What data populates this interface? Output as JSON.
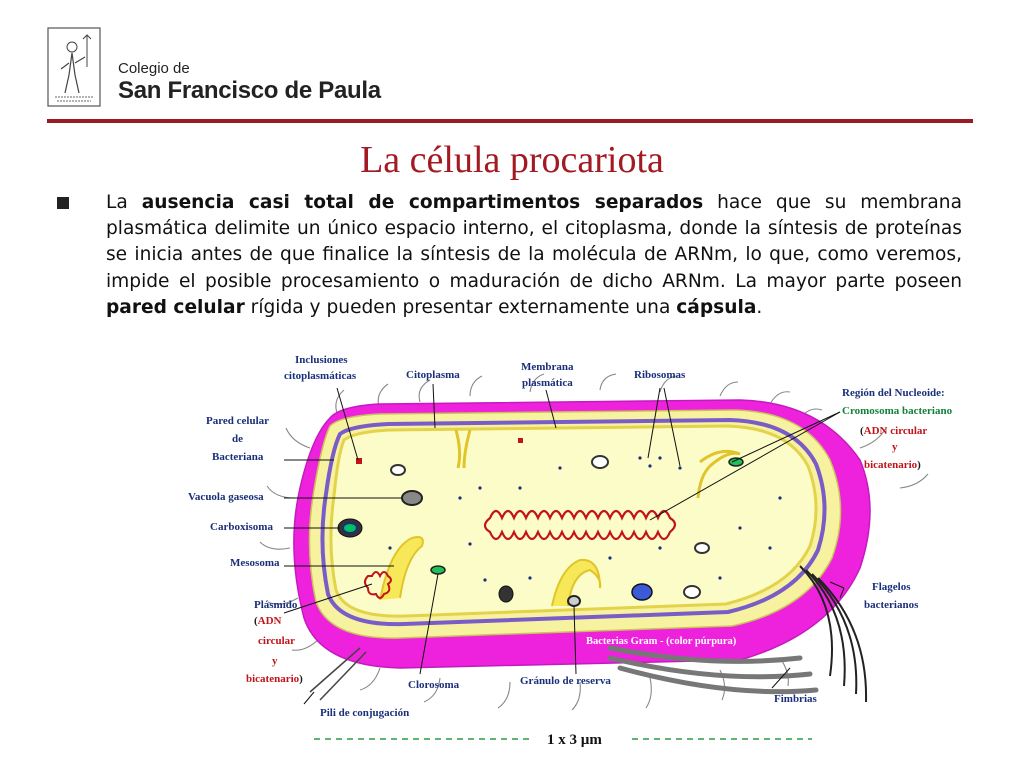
{
  "header": {
    "logo_line1": "Colegio de",
    "logo_line2": "San Francisco de Paula"
  },
  "slide": {
    "title": "La célula procariota",
    "paragraph": {
      "t1": "La ",
      "b1": "ausencia casi total de compartimentos separados",
      "t2": " hace que su membrana plasmática delimite un único espacio interno, el citoplasma, donde la síntesis de proteínas se inicia antes de que finalice la síntesis de la molécula de ARNm, lo que, como veremos, impide el posible procesamiento o maduración de dicho ARNm. La mayor parte poseen ",
      "b2": "pared celular",
      "t3": " rígida y pueden presentar externamente una ",
      "b3": "cápsula",
      "t4": "."
    }
  },
  "diagram": {
    "labels": {
      "inclusiones_1": "Inclusiones",
      "inclusiones_2": "citoplasmáticas",
      "citoplasma": "Citoplasma",
      "membrana_1": "Membrana",
      "membrana_2": "plasmática",
      "ribosomas": "Ribosomas",
      "nucleoide": "Región del Nucleoide:",
      "cromosoma": "Cromosoma bacteriano",
      "adn_circular_open": "(",
      "adn_circular": "ADN circular",
      "y_1": "y",
      "bicatenario_1": "bicatenario",
      "close_paren_1": ")",
      "pared_1": "Pared celular",
      "pared_2": "de",
      "pared_3": "Bacteriana",
      "vacuola": "Vacuola gaseosa",
      "carboxisoma": "Carboxisoma",
      "mesosoma": "Mesosoma",
      "plasmido": "Plásmido",
      "adn_open": "(",
      "adn": "ADN",
      "circular": "circular",
      "y_2": "y",
      "bicatenario_2": "bicatenario",
      "close_paren_2": ")",
      "flagelos_1": "Flagelos",
      "flagelos_2": "bacterianos",
      "gram": "Bacterias Gram - (color púrpura)",
      "pili": "Pili de conjugación",
      "clorosoma": "Clorosoma",
      "granulo": "Gránulo de reserva",
      "fimbrias": "Fimbrias"
    },
    "scale": "1 x 3 µm",
    "colors": {
      "capsule": "#ee22dd",
      "wall": "#f7f2a0",
      "membrane": "#7a5cc8",
      "cytoplasm": "#fcfcc8",
      "dna": "#c0141a"
    }
  }
}
